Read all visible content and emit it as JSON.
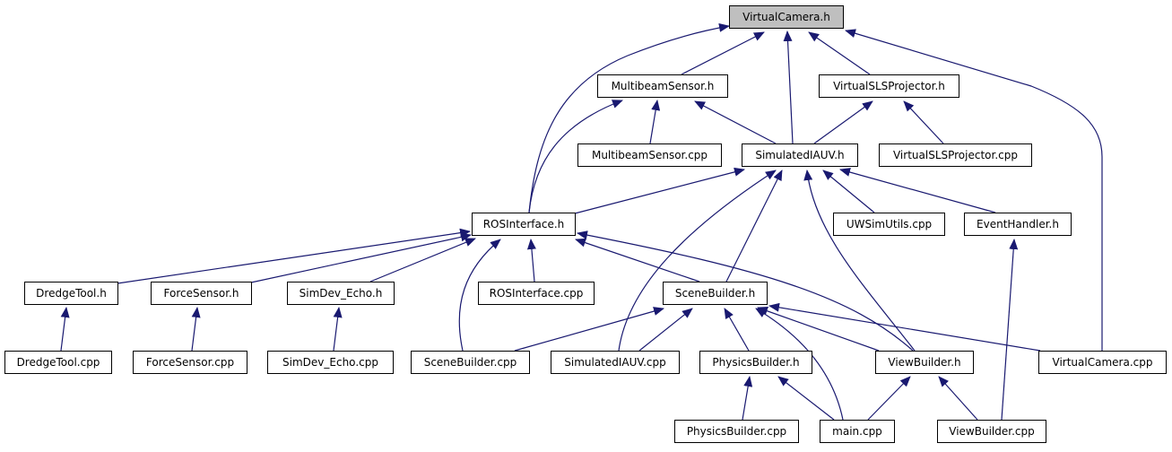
{
  "colors": {
    "edge": "#191970",
    "root_fill": "#bfbfbf",
    "node_fill": "#ffffff",
    "border": "#000000"
  },
  "nodes": [
    "VirtualCamera.h",
    "MultibeamSensor.h",
    "VirtualSLSProjector.h",
    "MultibeamSensor.cpp",
    "SimulatedIAUV.h",
    "VirtualSLSProjector.cpp",
    "ROSInterface.h",
    "UWSimUtils.cpp",
    "EventHandler.h",
    "DredgeTool.h",
    "ForceSensor.h",
    "SimDev_Echo.h",
    "ROSInterface.cpp",
    "SceneBuilder.h",
    "DredgeTool.cpp",
    "ForceSensor.cpp",
    "SimDev_Echo.cpp",
    "SceneBuilder.cpp",
    "SimulatedIAUV.cpp",
    "PhysicsBuilder.h",
    "ViewBuilder.h",
    "VirtualCamera.cpp",
    "PhysicsBuilder.cpp",
    "main.cpp",
    "ViewBuilder.cpp"
  ],
  "root": "VirtualCamera.h",
  "edges": [
    [
      "ROSInterface.h",
      "VirtualCamera.h"
    ],
    [
      "MultibeamSensor.h",
      "VirtualCamera.h"
    ],
    [
      "SimulatedIAUV.h",
      "VirtualCamera.h"
    ],
    [
      "VirtualSLSProjector.h",
      "VirtualCamera.h"
    ],
    [
      "VirtualCamera.cpp",
      "VirtualCamera.h"
    ],
    [
      "ROSInterface.h",
      "MultibeamSensor.h"
    ],
    [
      "MultibeamSensor.cpp",
      "MultibeamSensor.h"
    ],
    [
      "SimulatedIAUV.h",
      "MultibeamSensor.h"
    ],
    [
      "SimulatedIAUV.h",
      "VirtualSLSProjector.h"
    ],
    [
      "VirtualSLSProjector.cpp",
      "VirtualSLSProjector.h"
    ],
    [
      "ROSInterface.h",
      "SimulatedIAUV.h"
    ],
    [
      "SimulatedIAUV.cpp",
      "SimulatedIAUV.h"
    ],
    [
      "SceneBuilder.h",
      "SimulatedIAUV.h"
    ],
    [
      "ViewBuilder.h",
      "SimulatedIAUV.h"
    ],
    [
      "UWSimUtils.cpp",
      "SimulatedIAUV.h"
    ],
    [
      "EventHandler.h",
      "SimulatedIAUV.h"
    ],
    [
      "DredgeTool.h",
      "ROSInterface.h"
    ],
    [
      "ForceSensor.h",
      "ROSInterface.h"
    ],
    [
      "SimDev_Echo.h",
      "ROSInterface.h"
    ],
    [
      "SceneBuilder.cpp",
      "ROSInterface.h"
    ],
    [
      "ROSInterface.cpp",
      "ROSInterface.h"
    ],
    [
      "SceneBuilder.h",
      "ROSInterface.h"
    ],
    [
      "ViewBuilder.h",
      "ROSInterface.h"
    ],
    [
      "ViewBuilder.cpp",
      "EventHandler.h"
    ],
    [
      "DredgeTool.cpp",
      "DredgeTool.h"
    ],
    [
      "ForceSensor.cpp",
      "ForceSensor.h"
    ],
    [
      "SimDev_Echo.cpp",
      "SimDev_Echo.h"
    ],
    [
      "SceneBuilder.cpp",
      "SceneBuilder.h"
    ],
    [
      "SimulatedIAUV.cpp",
      "SceneBuilder.h"
    ],
    [
      "PhysicsBuilder.h",
      "SceneBuilder.h"
    ],
    [
      "ViewBuilder.h",
      "SceneBuilder.h"
    ],
    [
      "main.cpp",
      "SceneBuilder.h"
    ],
    [
      "VirtualCamera.cpp",
      "SceneBuilder.h"
    ],
    [
      "PhysicsBuilder.cpp",
      "PhysicsBuilder.h"
    ],
    [
      "main.cpp",
      "PhysicsBuilder.h"
    ],
    [
      "main.cpp",
      "ViewBuilder.h"
    ],
    [
      "ViewBuilder.cpp",
      "ViewBuilder.h"
    ]
  ]
}
